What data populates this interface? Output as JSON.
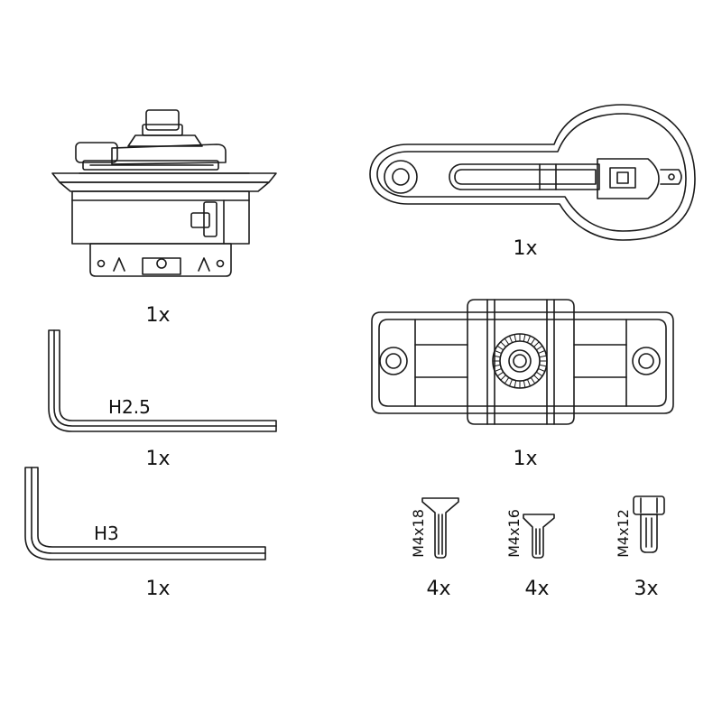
{
  "parts": {
    "mount_base": {
      "qty": "1x"
    },
    "lever_arm": {
      "qty": "1x"
    },
    "wrench_h25": {
      "label": "H2.5",
      "qty": "1x"
    },
    "rail_clamp": {
      "qty": "1x"
    },
    "wrench_h3": {
      "label": "H3",
      "qty": "1x"
    },
    "screw_m4x18": {
      "label": "M4x18",
      "qty": "4x"
    },
    "screw_m4x16": {
      "label": "M4x16",
      "qty": "4x"
    },
    "screw_m4x12": {
      "label": "M4x12",
      "qty": "3x"
    }
  },
  "colors": {
    "line": "#1a1a1a",
    "background": "#ffffff"
  }
}
